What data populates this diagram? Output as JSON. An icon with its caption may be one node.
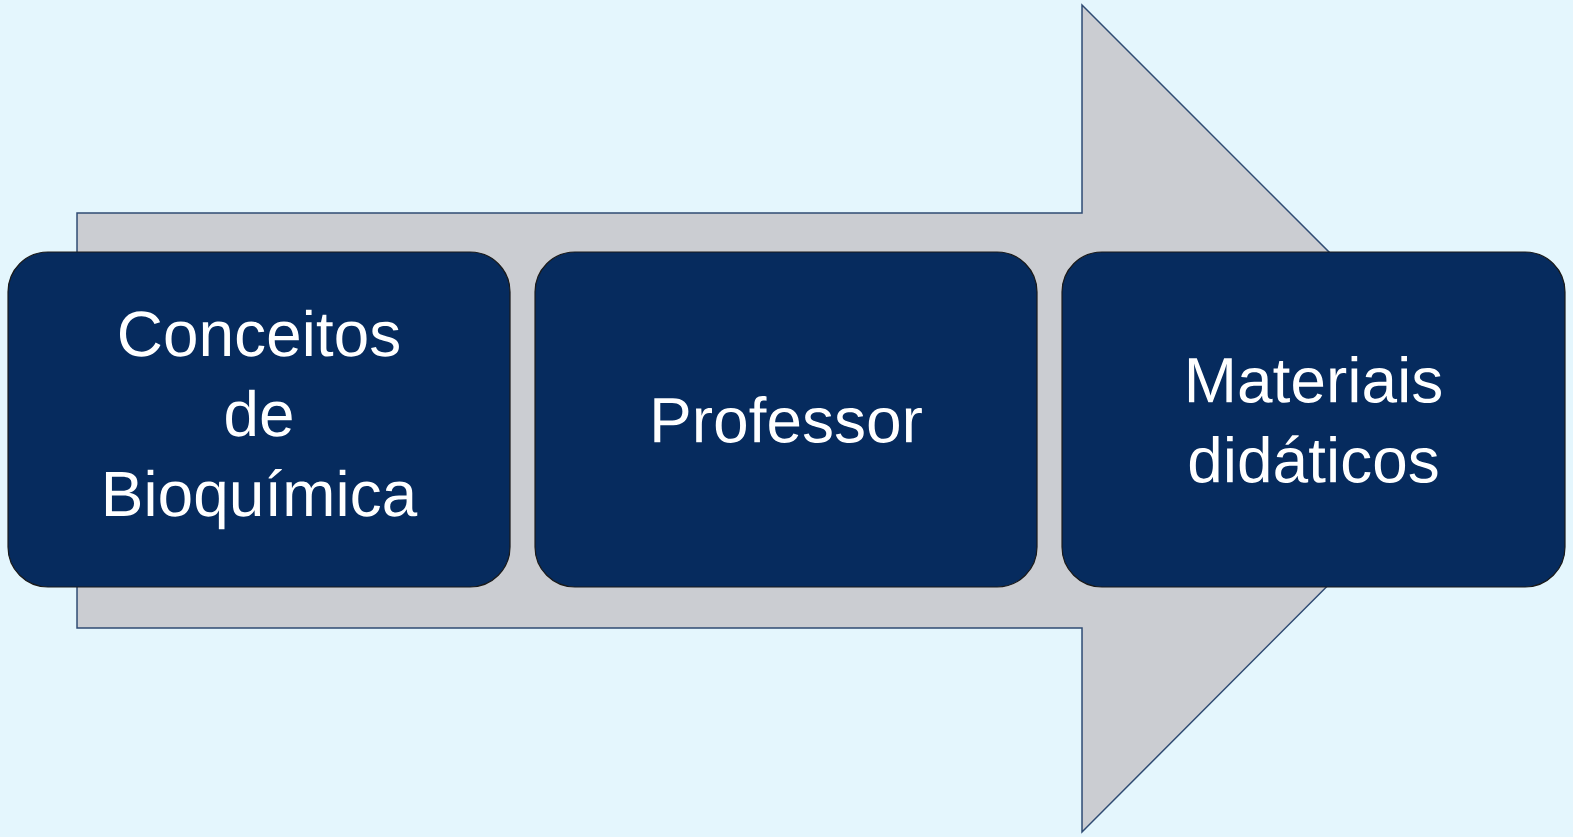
{
  "diagram": {
    "nodes": [
      {
        "text": [
          "Conceitos de Bioquímica"
        ]
      },
      {
        "text": [
          "Professor"
        ]
      },
      {
        "text": [
          "Materiais didáticos"
        ]
      }
    ],
    "edges": [
      {
        "from": 0,
        "to": 2,
        "arrow": "to"
      }
    ]
  }
}
